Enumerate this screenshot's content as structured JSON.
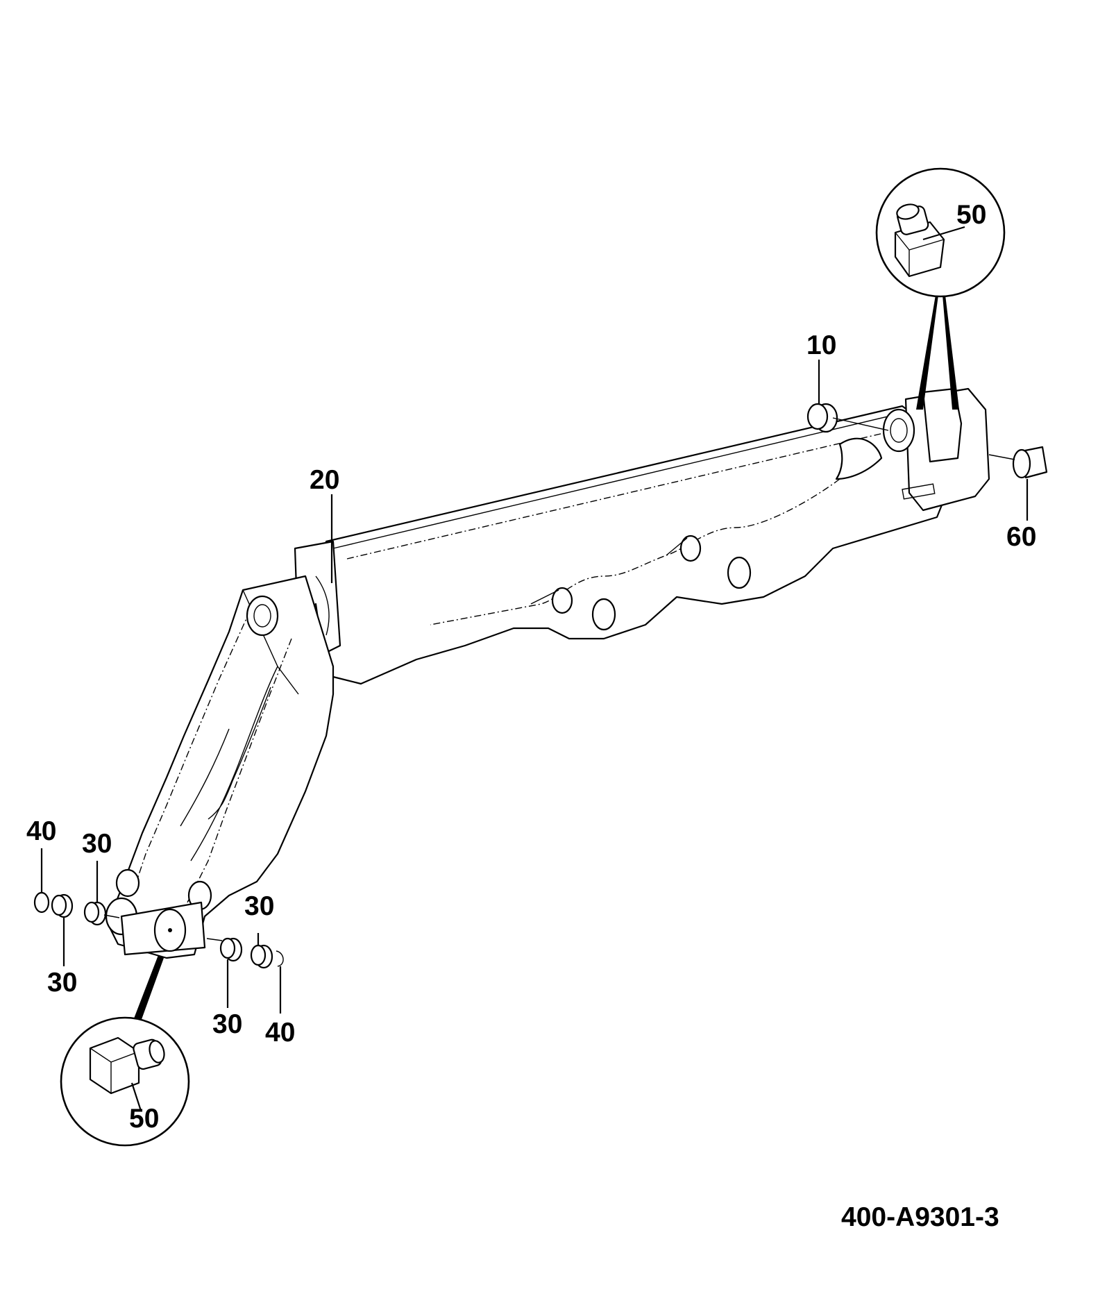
{
  "figure": {
    "id_label": "400-A9301-3"
  },
  "callouts": {
    "c10": "10",
    "c20": "20",
    "c50_top": "50",
    "c60": "60",
    "c40_left": "40",
    "c30_top_left": "30",
    "c30_bottom_left": "30",
    "c30_top_right": "30",
    "c30_bottom_right": "30",
    "c40_right": "40",
    "c50_bottom": "50"
  },
  "icons": {
    "grease_nipple": "grease-nipple-icon",
    "bush": "bush-icon",
    "ring": "ring-icon"
  }
}
